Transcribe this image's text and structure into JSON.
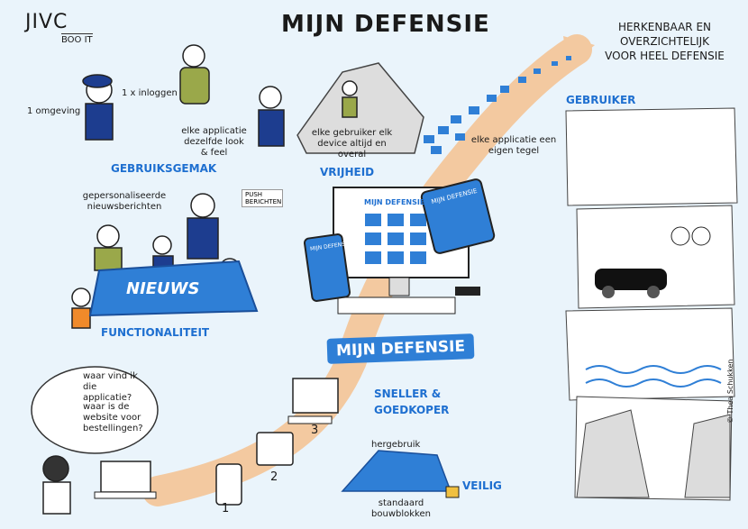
{
  "logo": {
    "main": "JIVC",
    "sub": "BOO IT"
  },
  "title": "MIJN DEFENSIE",
  "tagline": "HERKENBAAR EN OVERZICHTELIJK VOOR HEEL DEFENSIE",
  "notes": {
    "omgeving": "1 omgeving",
    "inloggen": "1 x inloggen",
    "look_feel": "elke applicatie dezelfde look & feel",
    "device": "elke gebruiker elk device altijd en overal",
    "tegel": "elke applicatie een eigen tegel",
    "nieuws": "gepersonaliseerde nieuwsberichten",
    "push": "PUSH BERICHTEN",
    "hergebruik": "hergebruik",
    "bouwblokken": "standaard bouwblokken",
    "vraag1": "waar vind ik die applicatie?",
    "vraag2": "waar is de website voor bestellingen?",
    "credit": "© Thea Schukken"
  },
  "headings": {
    "gebruiksgemak": "GEBRUIKSGEMAK",
    "vrijheid": "VRIJHEID",
    "functionaliteit": "FUNCTIONALITEIT",
    "sneller": "SNELLER & GOEDKOPER",
    "veilig": "VEILIG",
    "gebruiker": "GEBRUIKER"
  },
  "nieuws_mat": "NIEUWS",
  "screens": {
    "monitor": "MIJN DEFENSIE",
    "tablet": "MIJN DEFENSIE",
    "phone": "MIJN DEFENSIE"
  },
  "banner": "MIJN DEFENSIE",
  "steps": [
    "1",
    "2",
    "3"
  ],
  "colors": {
    "blue": "#1e6fd0",
    "orange": "#f3c9a0",
    "background": "#eaf4fb"
  }
}
